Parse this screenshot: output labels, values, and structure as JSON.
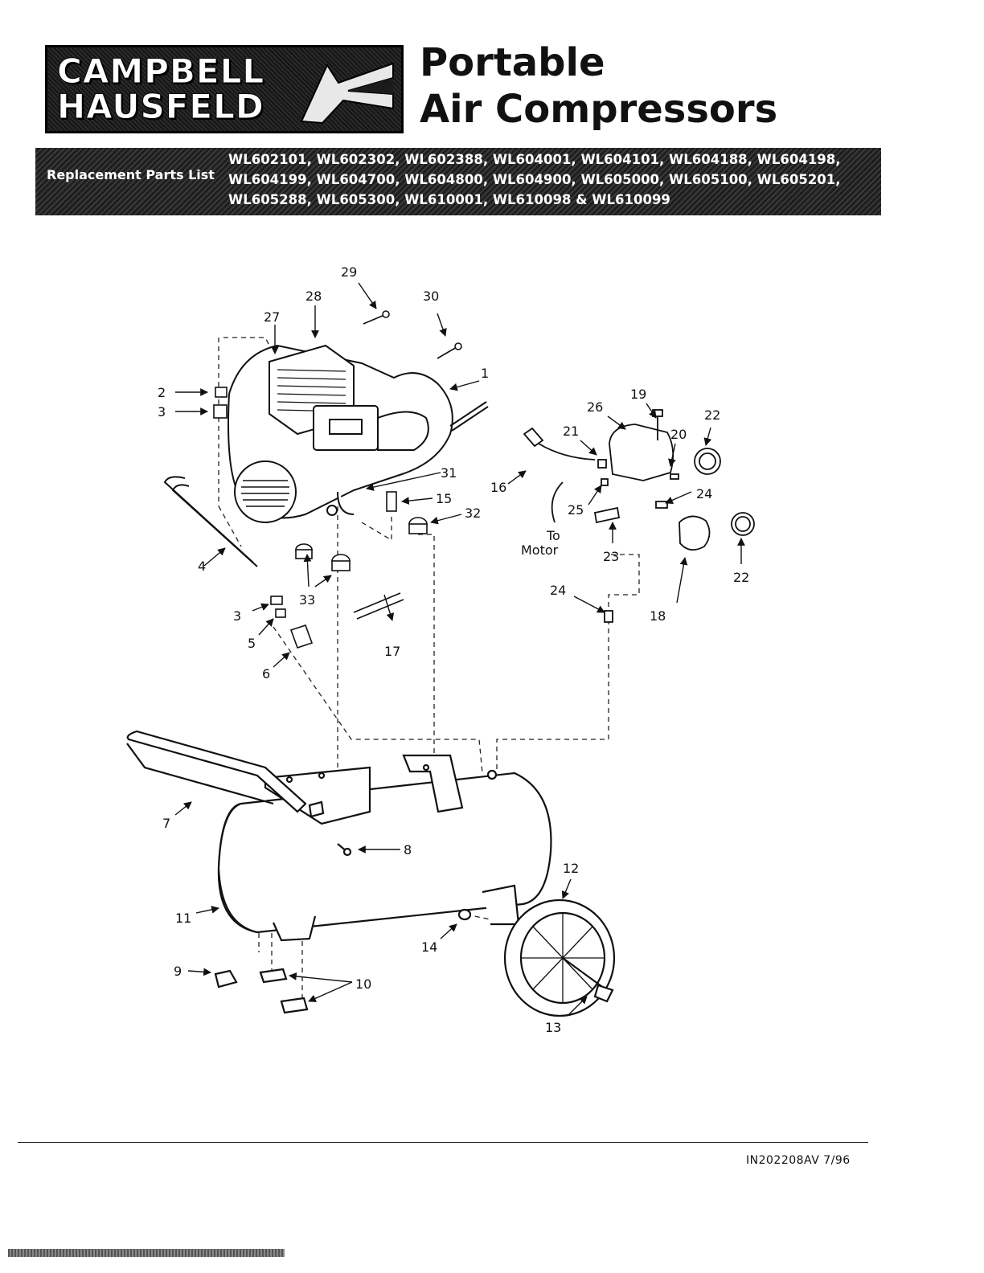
{
  "header": {
    "brand_line1": "CAMPBELL",
    "brand_line2": "HAUSFELD",
    "title_line1": "Portable",
    "title_line2": "Air Compressors"
  },
  "banner": {
    "label": "Replacement Parts List",
    "models_line1": "WL602101, WL602302, WL602388, WL604001, WL604101, WL604188, WL604198,",
    "models_line2": "WL604199, WL604700, WL604800, WL604900, WL605000, WL605100, WL605201,",
    "models_line3": "WL605288, WL605300, WL610001, WL610098 & WL610099"
  },
  "diagram": {
    "callouts": [
      "1",
      "2",
      "3",
      "3",
      "4",
      "5",
      "6",
      "7",
      "8",
      "9",
      "10",
      "11",
      "12",
      "13",
      "14",
      "15",
      "16",
      "17",
      "18",
      "19",
      "20",
      "21",
      "22",
      "22",
      "23",
      "24",
      "24",
      "25",
      "26",
      "27",
      "28",
      "29",
      "30",
      "31",
      "32",
      "33"
    ],
    "motor_label_line1": "To",
    "motor_label_line2": "Motor"
  },
  "footer": {
    "doc_code": "IN202208AV  7/96"
  }
}
